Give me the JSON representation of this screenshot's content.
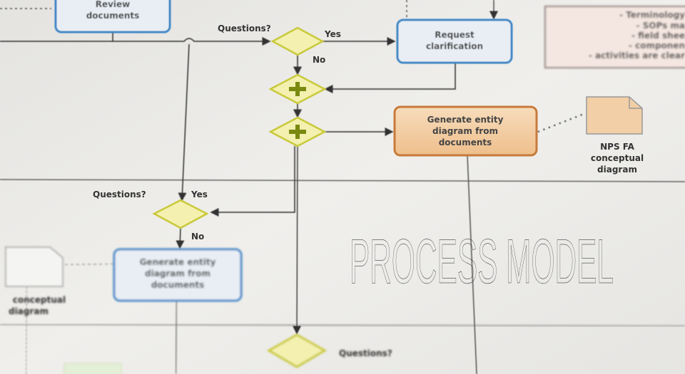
{
  "overlay_title": "PROCESS MODEL",
  "diagram": {
    "review_task": [
      "Review",
      "documents"
    ],
    "top_gateway_label": "Questions?",
    "top_yes": "Yes",
    "top_no": "No",
    "request_task": [
      "Request",
      "clarification"
    ],
    "generate_task_top": [
      "Generate entity",
      "diagram from",
      "documents"
    ],
    "artifact_top_label": [
      "NPS FA",
      "conceptual",
      "diagram"
    ],
    "mid_gateway_label": "Questions?",
    "mid_yes": "Yes",
    "mid_no": "No",
    "generate_task_bottom": [
      "Generate entity",
      "diagram from",
      "documents"
    ],
    "artifact_bottom_label": [
      "conceptual",
      "diagram"
    ],
    "bottom_gateway_label": "Questions?",
    "note_lines": [
      "- Terminology",
      "- SOPs ma",
      "- field shee",
      "- componen",
      "- activities are clear"
    ]
  },
  "colors": {
    "task_blue": "#3d86c6",
    "task_orange": "#c77a3a",
    "task_orange_fill": "#f2cfa6",
    "gateway_yellow": "#c9c93a",
    "gateway_fill": "#f3f0b0",
    "paper": "#ecebe8",
    "note_fill": "#f4e6e0"
  }
}
